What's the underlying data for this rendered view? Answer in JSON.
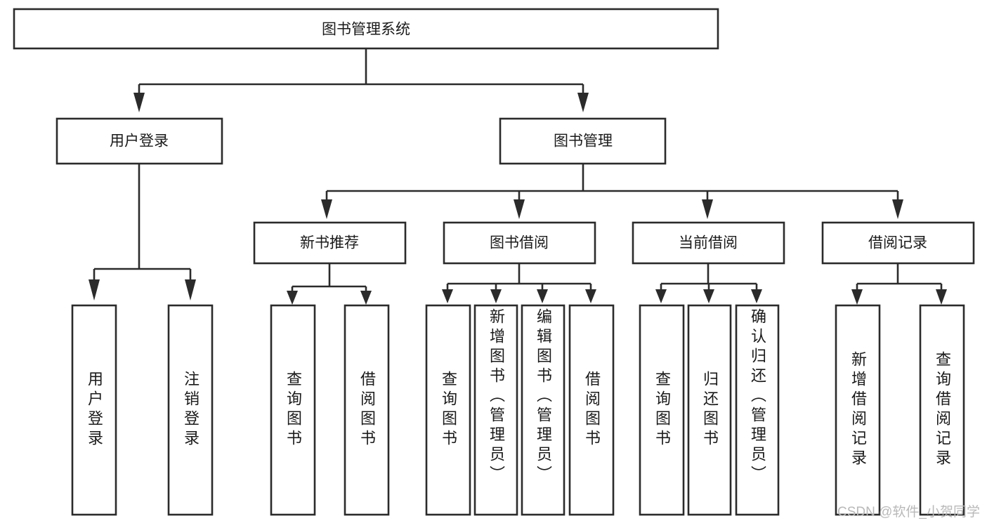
{
  "diagram": {
    "type": "tree-hierarchy-diagram",
    "title_node": "图书管理系统",
    "orientation": "top-down",
    "leaf_text_orientation": "vertical",
    "colors": {
      "box_stroke": "#2b2b2b",
      "box_fill": "#ffffff",
      "connector": "#2b2b2b",
      "label": "#1a1a1a",
      "background": "#ffffff",
      "watermark": "#b9b9b9"
    },
    "levels": {
      "level1": [
        {
          "id": "root",
          "label": "图书管理系统"
        }
      ],
      "level2": [
        {
          "id": "user-login",
          "label": "用户登录"
        },
        {
          "id": "book-management",
          "label": "图书管理"
        }
      ],
      "level3": [
        {
          "id": "new-book-recommend",
          "label": "新书推荐"
        },
        {
          "id": "book-borrow",
          "label": "图书借阅"
        },
        {
          "id": "current-borrow",
          "label": "当前借阅"
        },
        {
          "id": "borrow-record",
          "label": "借阅记录"
        }
      ],
      "level4": [
        {
          "id": "leaf-user-login",
          "label": "用户登录",
          "parent": "user-login"
        },
        {
          "id": "leaf-logout-login",
          "label": "注销登录",
          "parent": "user-login"
        },
        {
          "id": "leaf-query-book-1",
          "label": "查询图书",
          "parent": "new-book-recommend"
        },
        {
          "id": "leaf-borrow-book-1",
          "label": "借阅图书",
          "parent": "new-book-recommend"
        },
        {
          "id": "leaf-query-book-2",
          "label": "查询图书",
          "parent": "book-borrow"
        },
        {
          "id": "leaf-add-book",
          "label": "新增图书（管理员）",
          "parent": "book-borrow"
        },
        {
          "id": "leaf-edit-book",
          "label": "编辑图书（管理员）",
          "parent": "book-borrow"
        },
        {
          "id": "leaf-borrow-book-2",
          "label": "借阅图书",
          "parent": "book-borrow"
        },
        {
          "id": "leaf-query-book-3",
          "label": "查询图书",
          "parent": "current-borrow"
        },
        {
          "id": "leaf-return-book",
          "label": "归还图书",
          "parent": "current-borrow"
        },
        {
          "id": "leaf-confirm-return",
          "label": "确认归还（管理员）",
          "parent": "current-borrow"
        },
        {
          "id": "leaf-add-record",
          "label": "新增借阅记录",
          "parent": "borrow-record"
        },
        {
          "id": "leaf-query-record",
          "label": "查询借阅记录",
          "parent": "borrow-record"
        }
      ]
    }
  },
  "watermark": {
    "text": "CSDN @软件_小贺同学"
  }
}
